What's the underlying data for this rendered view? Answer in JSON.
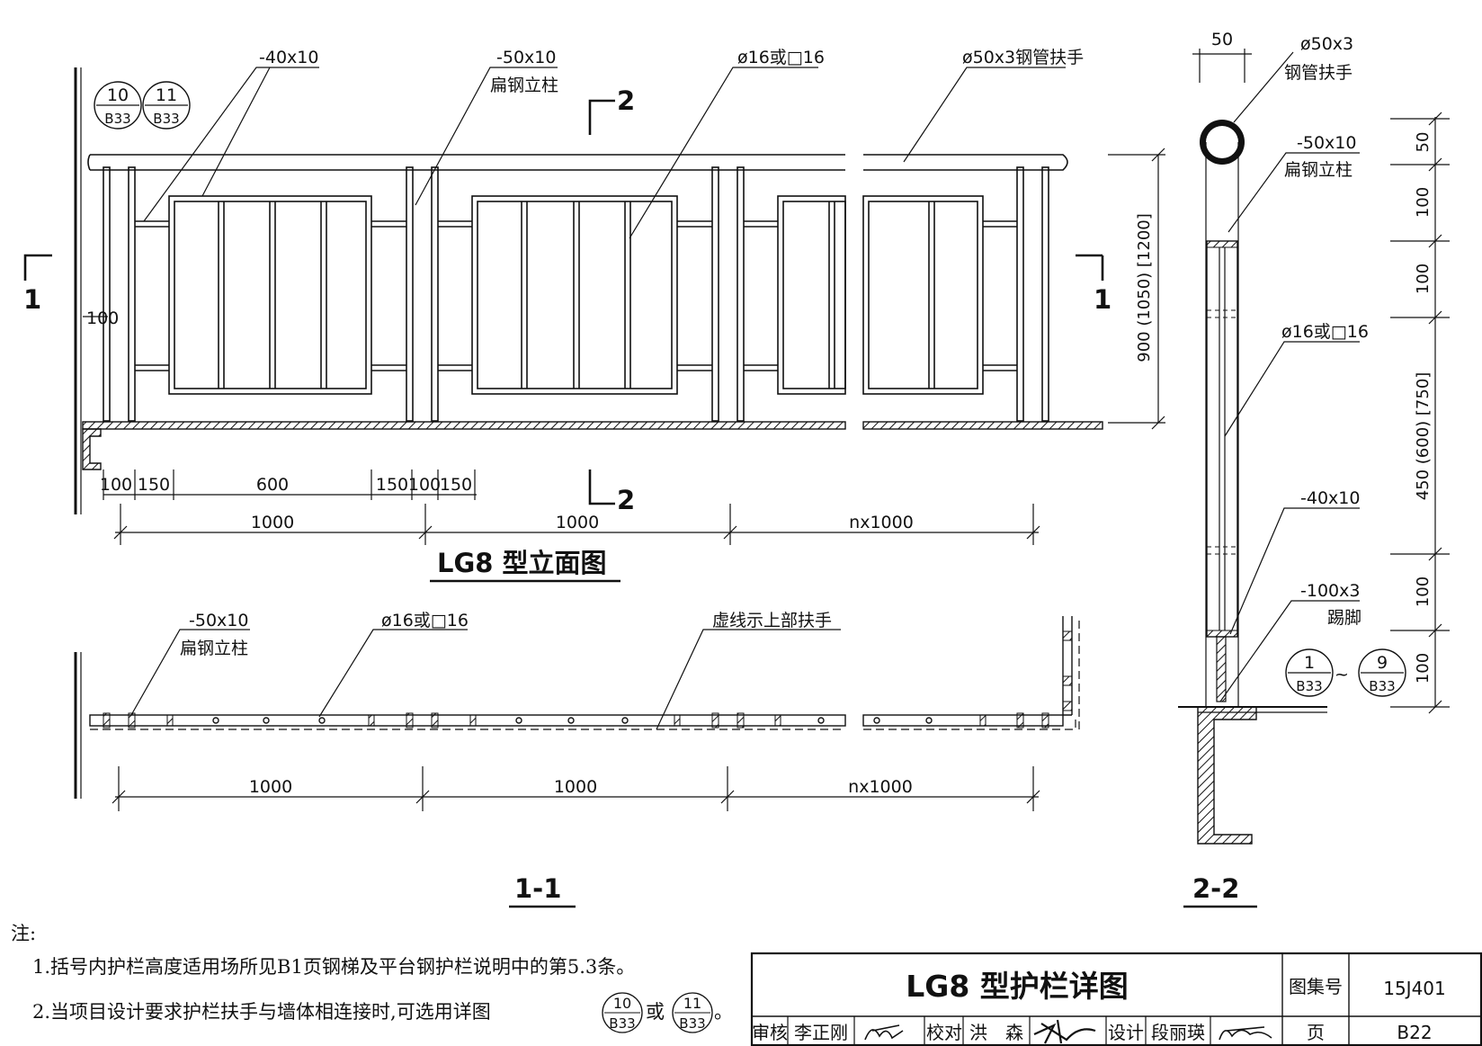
{
  "elevation": {
    "title": "LG8 型立面图",
    "labels": {
      "flat_40x10": "-40x10",
      "flat_50x10": "-50x10",
      "flat_post": "扁钢立柱",
      "bar": "ø16或□16",
      "handrail": "ø50x3钢管扶手",
      "side_dim": "100",
      "height_dim": "900 (1050) [1200]"
    },
    "details": [
      {
        "num": "10",
        "sheet": "B33"
      },
      {
        "num": "11",
        "sheet": "B33"
      }
    ],
    "cut_marks": {
      "section1": "1",
      "section2": "2"
    },
    "small_dims": [
      "100",
      "150",
      "600",
      "150",
      "100",
      "150"
    ],
    "bay_dims": [
      "1000",
      "1000",
      "nx1000"
    ]
  },
  "plan": {
    "title": "1-1",
    "labels": {
      "flat_50x10": "-50x10",
      "flat_post": "扁钢立柱",
      "bar": "ø16或□16",
      "handrail_dashed": "虚线示上部扶手"
    },
    "bay_dims": [
      "1000",
      "1000",
      "nx1000"
    ]
  },
  "section": {
    "title": "2-2",
    "labels": {
      "top_dim": "50",
      "tube": "ø50x3",
      "tube_name": "钢管扶手",
      "flat_50x10": "-50x10",
      "flat_post": "扁钢立柱",
      "bar": "ø16或□16",
      "flat_40x10": "-40x10",
      "kick": "-100x3",
      "kick_name": "踢脚"
    },
    "vertical_dims": [
      "50",
      "100",
      "100",
      "450 (600) [750]",
      "100",
      "100"
    ],
    "details": [
      {
        "num": "1",
        "sheet": "B33"
      },
      {
        "num": "9",
        "sheet": "B33"
      }
    ],
    "detail_sep": "~"
  },
  "notes": {
    "heading": "注:",
    "line1": "1.括号内护栏高度适用场所见B1页钢梯及平台钢护栏说明中的第5.3条。",
    "line2": "2.当项目设计要求护栏扶手与墙体相连接时,可选用详图",
    "line2_or": "或",
    "line2_end": "。",
    "details": [
      {
        "num": "10",
        "sheet": "B33"
      },
      {
        "num": "11",
        "sheet": "B33"
      }
    ]
  },
  "title_block": {
    "title": "LG8 型护栏详图",
    "atlas_label": "图集号",
    "atlas_no": "15J401",
    "page_label": "页",
    "page_no": "B22",
    "review_label": "审核",
    "review_name": "李正刚",
    "check_label": "校对",
    "check_name": "洪　森",
    "design_label": "设计",
    "design_name": "段丽瑛"
  }
}
